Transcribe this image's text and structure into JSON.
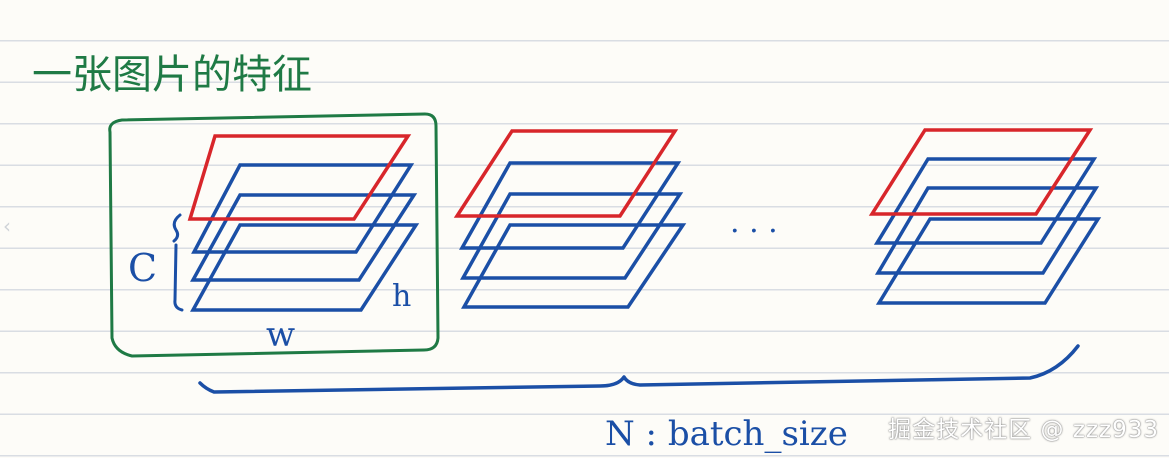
{
  "title": "一张图片的特征",
  "labels": {
    "channel": "C",
    "width": "w",
    "height": "h",
    "ellipsis": ". . .",
    "batch": "N : batch_size"
  },
  "watermark": "掘金技术社区 @ zzz933",
  "stacks": 3,
  "colors": {
    "red_layer": "#d8262b",
    "blue_layer": "#1b4fa6",
    "green_box": "#1f7a45",
    "brace": "#1b4fa6"
  },
  "icons": {
    "nav_left": "chevron-left-icon"
  }
}
